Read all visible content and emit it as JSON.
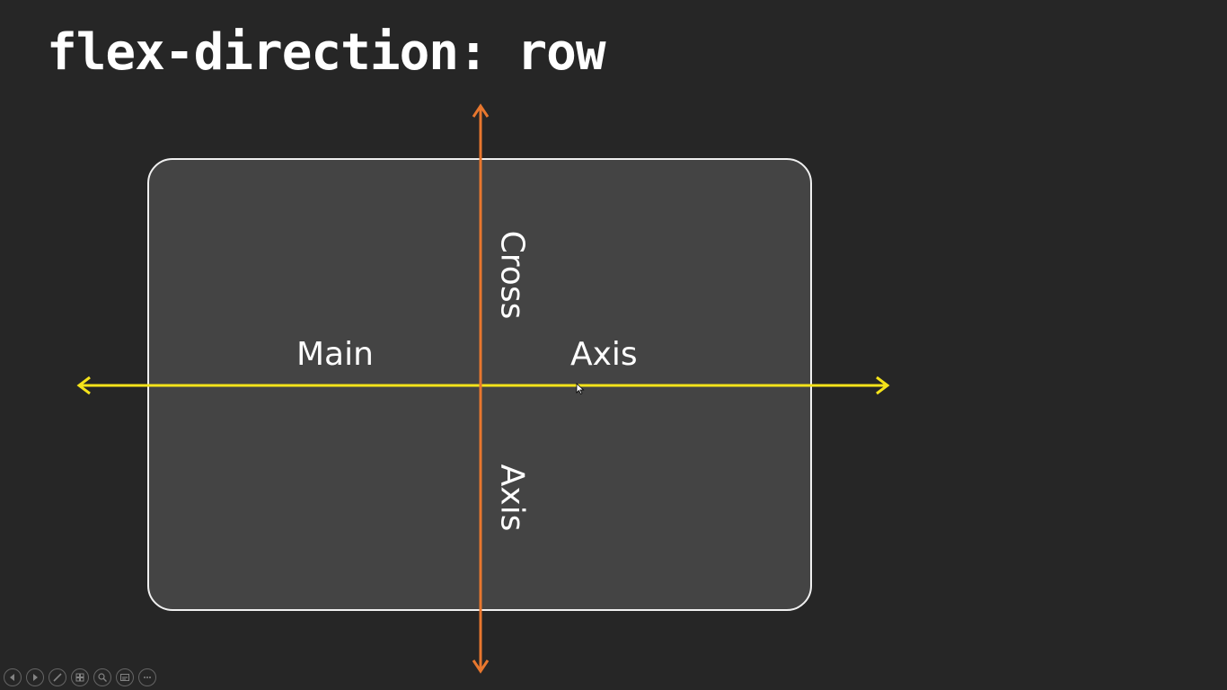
{
  "slide": {
    "title": "flex-direction: row",
    "main_axis": {
      "label_left": "Main",
      "label_right": "Axis",
      "color": "#f5e31a"
    },
    "cross_axis": {
      "label_top": "Cross",
      "label_bottom": "Axis",
      "color": "#e8772e"
    },
    "container_fill": "#444444",
    "container_border": "#f0f0f0",
    "background": "#262626"
  },
  "toolbar": {
    "buttons": [
      {
        "icon": "previous-arrow-icon"
      },
      {
        "icon": "next-arrow-icon"
      },
      {
        "icon": "pen-icon"
      },
      {
        "icon": "see-all-slides-icon"
      },
      {
        "icon": "zoom-icon"
      },
      {
        "icon": "subtitles-icon"
      },
      {
        "icon": "more-options-icon"
      }
    ]
  }
}
